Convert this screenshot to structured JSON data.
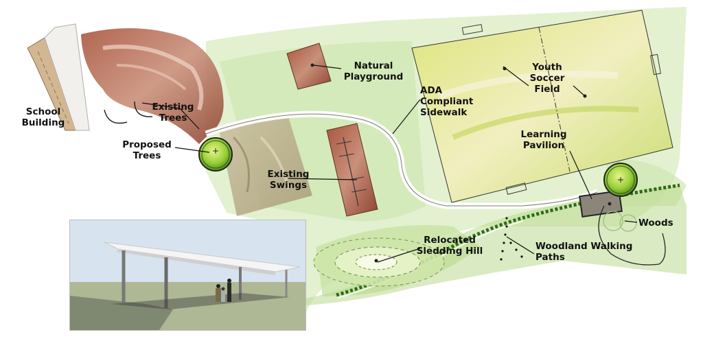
{
  "labels": {
    "school_building": "School\nBuilding",
    "existing_trees": "Existing\nTrees",
    "proposed_trees": "Proposed\nTrees",
    "natural_playground": "Natural\nPlayground",
    "ada_sidewalk": "ADA\nCompliant\nSidewalk",
    "youth_soccer_field": "Youth\nSoccer\nField",
    "learning_pavilion": "Learning\nPavilion",
    "existing_swings": "Existing\nSwings",
    "relocated_sledding_hill": "Relocated\nSledding Hill",
    "woodland_walking_paths": "Woodland Walking\nPaths",
    "woods": "Woods"
  }
}
